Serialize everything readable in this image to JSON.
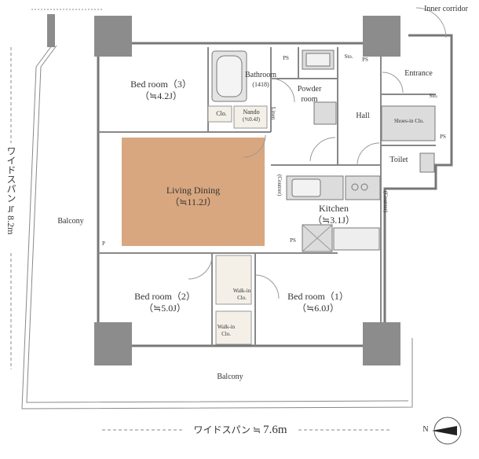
{
  "rooms": {
    "bed3": {
      "name": "Bed room（3）",
      "area": "（≒4.2J）"
    },
    "bath": {
      "name": "Bathroom",
      "size": "(1418)"
    },
    "powder": {
      "name": "Powder room"
    },
    "nando": {
      "name": "Nando",
      "area": "(≒0.4J)"
    },
    "clo_small": "Clo.",
    "linen": "Linen",
    "hall": "Hall",
    "entrance": "Entrance",
    "shoes": "Shoes-in Clo.",
    "sto1": "Sto.",
    "sto2": "Sto.",
    "ps1": "PS",
    "ps2": "PS",
    "ps3": "PS",
    "ps4": "PS",
    "toilet": "Toilet",
    "inner": "Inner corridor",
    "living": {
      "name": "Living Dining",
      "area": "（≒11.2J）"
    },
    "kitchen": {
      "name": "Kitchen",
      "area": "（≒3.1J）"
    },
    "counter1": "(Counter)",
    "counter2": "(Counter)",
    "bed2": {
      "name": "Bed room（2）",
      "area": "（≒5.0J）"
    },
    "bed1": {
      "name": "Bed room（1）",
      "area": "（≒6.0J）"
    },
    "wic1": "Walk-in Clo.",
    "wic2": "Walk-in Clo.",
    "p": "P",
    "balcony_left": "Balcony",
    "balcony_bottom": "Balcony"
  },
  "dims": {
    "vertical": "ワイドスパン ≒ 8.2m",
    "horizontal_prefix": "ワイドスパン ≒",
    "horizontal_value": "7.6m"
  },
  "compass": {
    "label": "N"
  },
  "colors": {
    "living_fill": "#D8A77F",
    "pillar": "#8c8c8c",
    "wall": "#777777",
    "fixture": "#dcdcdc"
  }
}
